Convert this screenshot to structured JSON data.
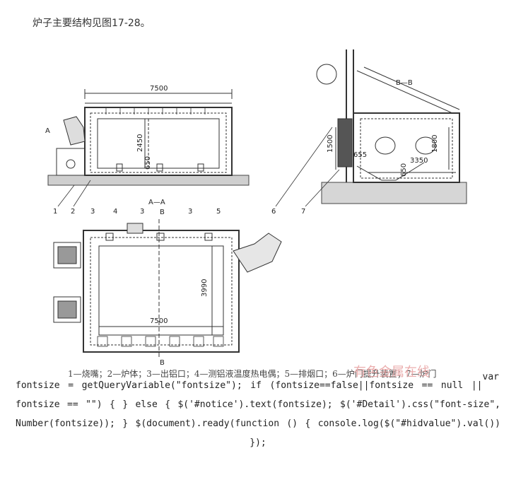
{
  "document": {
    "caption": "炉子主要结构见图17-28。",
    "legend_text": "1—烧嘴；2—炉体；3—出铝口；4—测铝液温度热电偶；5—排烟口；6—炉门提升装置；7—炉门",
    "watermark": "有色金属在线",
    "code_text": "fontsize = getQueryVariable(\"fontsize\"); if (fontsize==false||fontsize == null || fontsize == \"\") { } else { $('#notice').text(fontsize); $('#Detail').css(\"font-size\", Number(fontsize)); } $(document).ready(function () { console.log($(\"#hidvalue\").val()) });",
    "code_prefix": "var"
  },
  "drawing": {
    "side_view": {
      "label_A": "A",
      "width_dim": "7500",
      "height_dim": "2450",
      "bottom_dim": "650",
      "callouts": [
        "1",
        "2"
      ]
    },
    "section_bb": {
      "title": "B—B",
      "dim_1500": "1500",
      "dim_1800": "1800",
      "dim_655": "655",
      "dim_3350": "3350",
      "dim_650": "650",
      "callouts": [
        "6",
        "7"
      ]
    },
    "plan_aa": {
      "title": "A—A",
      "label_B_top": "B",
      "label_B_bottom": "B",
      "width_dim": "7500",
      "depth_dim": "3990",
      "callouts": [
        "3",
        "4",
        "3",
        "3",
        "5"
      ]
    }
  }
}
